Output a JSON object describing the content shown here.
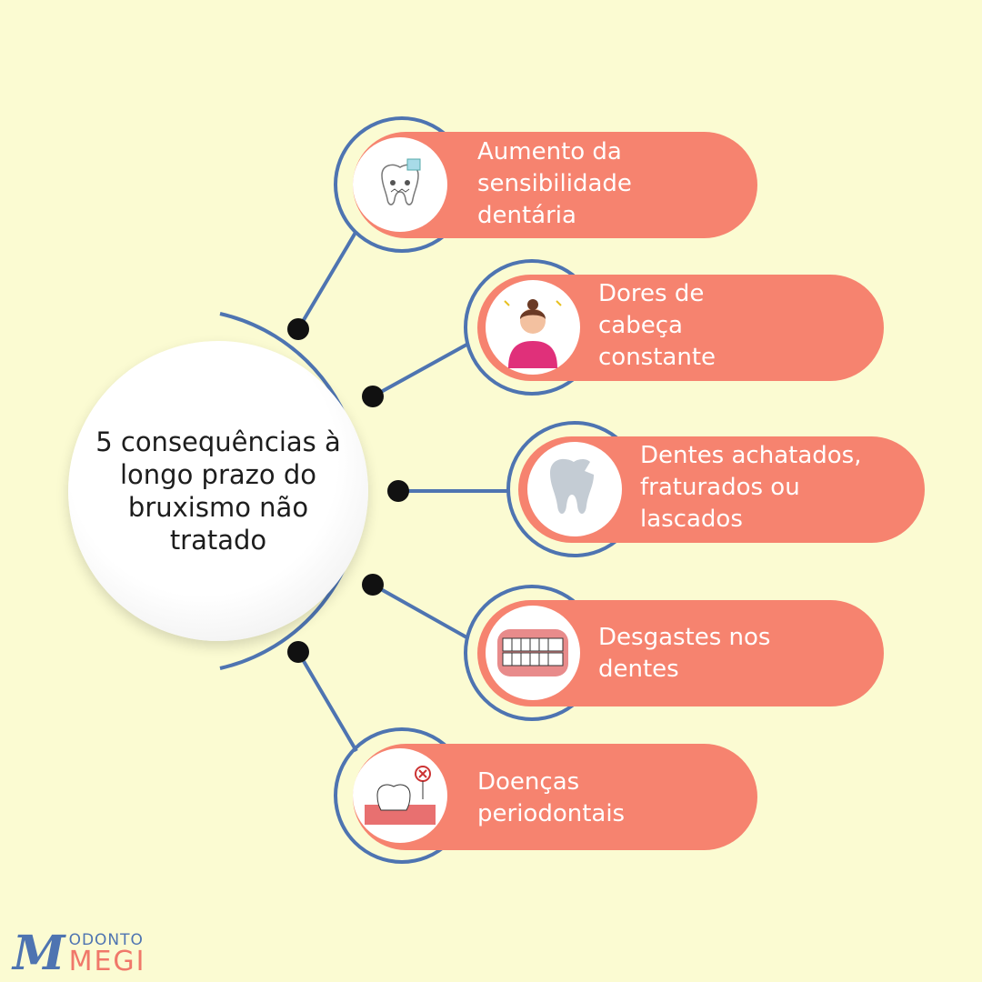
{
  "center_title": "5 consequências à longo prazo do bruxismo não tratado",
  "items": [
    {
      "label": "Aumento da\nsensibilidade\ndentária",
      "icon": "sensitive-tooth-icon"
    },
    {
      "label": "Dores de\ncabeça\nconstante",
      "icon": "headache-woman-icon"
    },
    {
      "label": "Dentes achatados,\nfraturados ou\nlascados",
      "icon": "fractured-tooth-icon"
    },
    {
      "label": "Desgastes nos\ndentes",
      "icon": "teeth-grinding-icon"
    },
    {
      "label": "Doenças\nperiodontais",
      "icon": "gum-disease-icon"
    }
  ],
  "logo": {
    "line1": "ODONTO",
    "line2": "MEGI"
  },
  "colors": {
    "background": "#fbfbd2",
    "accent": "#f6836f",
    "line": "#4e74b1"
  }
}
